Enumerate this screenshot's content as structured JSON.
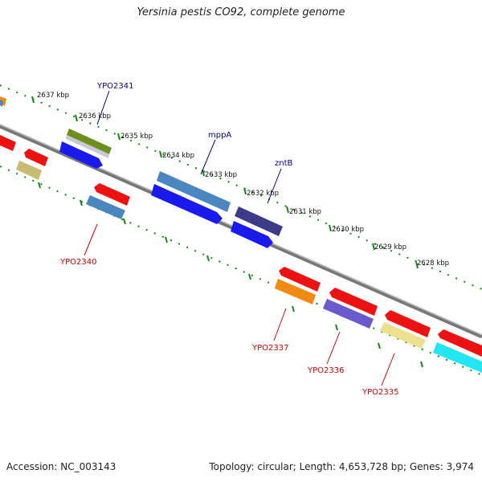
{
  "title": "Yersinia pestis CO92, complete genome",
  "footer": {
    "accession": "Accession: NC_003143",
    "summary": "Topology: circular; Length: 4,653,728 bp; Genes: 3,974"
  },
  "colors": {
    "backbone": "#888888",
    "tick": "#0f8a0f",
    "tick_label": "#111111",
    "forward_label": "#00008b",
    "reverse_label": "#cc0000"
  },
  "ruler_labels": [
    "2637 kbp",
    "2636 kbp",
    "2635 kbp",
    "2634 kbp",
    "2633 kbp",
    "2632 kbp",
    "2631 kbp",
    "2630 kbp",
    "2629 kbp",
    "2628 kbp"
  ],
  "gene_labels": {
    "ypo2341": "YPO2341",
    "mppa": "mppA",
    "zntb": "zntB",
    "ypo2340": "YPO2340",
    "ypo2337": "YPO2337",
    "ypo2336": "YPO2336",
    "ypo2335": "YPO2335"
  },
  "feature_colors": {
    "red": "#ee1111",
    "blue": "#1a1aee",
    "steel": "#4a86c0",
    "olive": "#6e8f1e",
    "silver": "#c8c8dc",
    "khaki": "#c8bc72",
    "navy": "#3e3a8a",
    "orange": "#f08a10",
    "slate": "#6a5acd",
    "pale": "#ece08c",
    "cyan": "#22e6f2"
  }
}
